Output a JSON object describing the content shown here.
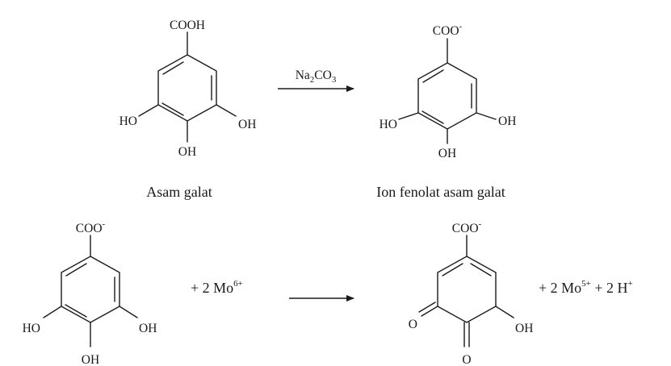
{
  "labels": {
    "cooh": "COOH",
    "coo": "COO",
    "charge_minus": "-",
    "ho": "HO",
    "oh": "OH",
    "o": "O"
  },
  "reagent": {
    "na": "Na",
    "na_sub": "2",
    "co": "CO",
    "co_sub": "3"
  },
  "captions": {
    "gallic_acid": "Asam galat",
    "phenolate_ion": "Ion fenolat asam galat"
  },
  "reaction2": {
    "reactant_term": "+ 2 Mo",
    "reactant_charge": "6+",
    "product_term": "+ 2 Mo",
    "product_charge": "5+",
    "proton_term": " + 2 H",
    "proton_charge": "+"
  }
}
